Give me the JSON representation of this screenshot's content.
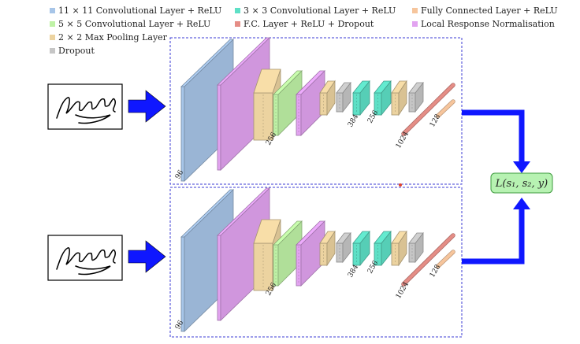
{
  "legend": [
    {
      "label": "11 × 11 Convolutional Layer + ReLU",
      "color": "#a7c5e8",
      "key": "conv11"
    },
    {
      "label": "3 × 3 Convolutional Layer + ReLU",
      "color": "#5ee0c6",
      "key": "conv3"
    },
    {
      "label": "Fully Connected Layer + ReLU",
      "color": "#f6c59c",
      "key": "fc"
    },
    {
      "label": "5 × 5 Convolutional Layer + ReLU",
      "color": "#bff2a6",
      "key": "conv5"
    },
    {
      "label": "F.C. Layer + ReLU + Dropout",
      "color": "#e58d86",
      "key": "fcdrop"
    },
    {
      "label": "Local Response Normalisation",
      "color": "#e2a3f0",
      "key": "lrn"
    },
    {
      "label": "2 × 2 Max Pooling Layer",
      "color": "#ecd3a0",
      "key": "pool"
    },
    {
      "label": "Dropout",
      "color": "#c6c6c6",
      "key": "dropout"
    }
  ],
  "branch_labels": [
    "96",
    "256",
    "384",
    "256",
    "1024",
    "128"
  ],
  "loss_label": "L(s₁, s₂, y)",
  "colors": {
    "frame": "#3b3bd6",
    "arrow": "#0f17ff",
    "loss_fill": "#b7f2b2",
    "loss_stroke": "#3e9a3e",
    "dot": "#e0442e"
  }
}
